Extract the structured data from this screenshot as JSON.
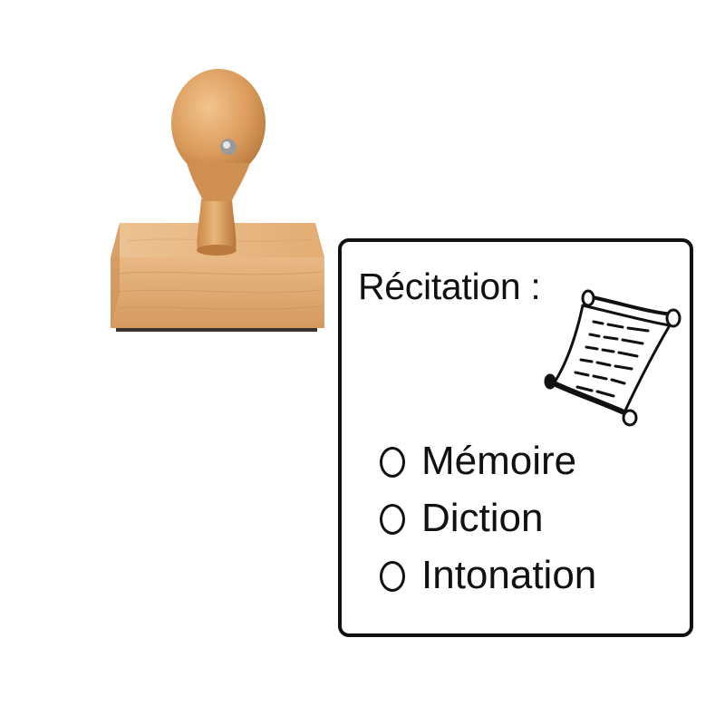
{
  "stamp": {
    "title": "Récitation :",
    "icon": "scroll-icon",
    "options": [
      {
        "label": "Mémoire"
      },
      {
        "label": "Diction"
      },
      {
        "label": "Intonation"
      }
    ]
  },
  "colors": {
    "wood_light": "#e7b27a",
    "wood_dark": "#c9894f",
    "ink": "#111111",
    "background": "#ffffff"
  }
}
